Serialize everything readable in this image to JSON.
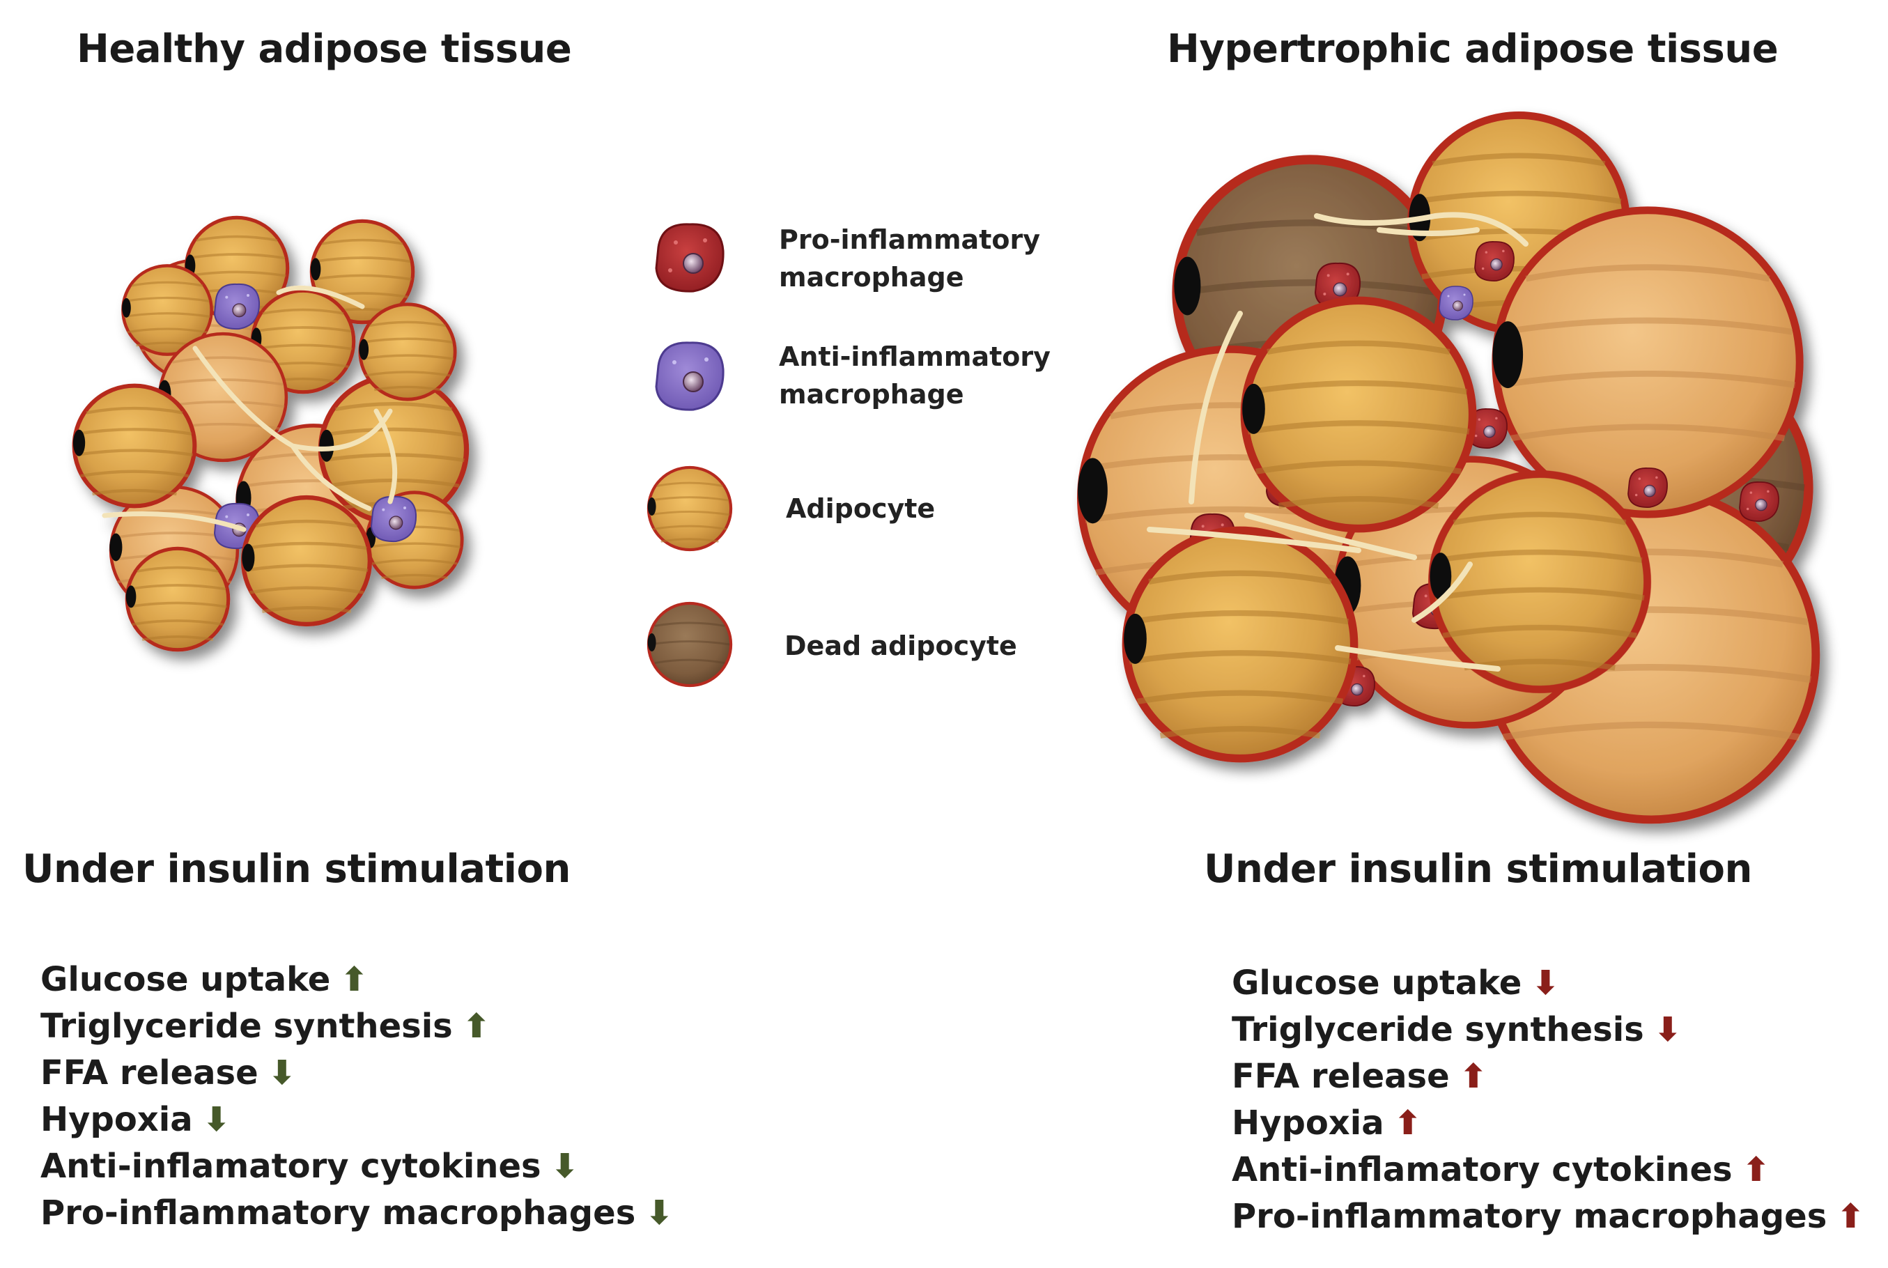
{
  "panels": {
    "healthy_title": "Healthy adipose tissue",
    "hypertrophic_title": "Hypertrophic adipose tissue"
  },
  "legend": [
    {
      "label": "Pro-inflammatory\nmacrophage",
      "icon": "pro-inflammatory-macrophage-icon"
    },
    {
      "label": "Anti-inflammatory\nmacrophage",
      "icon": "anti-inflammatory-macrophage-icon"
    },
    {
      "label": "Adipocyte",
      "icon": "adipocyte-icon"
    },
    {
      "label": "Dead adipocyte",
      "icon": "dead-adipocyte-icon"
    }
  ],
  "healthy_effects": {
    "heading": "Under insulin stimulation",
    "items": [
      {
        "label": "Glucose uptake",
        "direction": "up"
      },
      {
        "label": "Triglyceride synthesis",
        "direction": "up"
      },
      {
        "label": "FFA release",
        "direction": "down"
      },
      {
        "label": "Hypoxia",
        "direction": "down"
      },
      {
        "label": "Anti-inflamatory cytokines",
        "direction": "down"
      },
      {
        "label": "Pro-inflammatory macrophages",
        "direction": "down"
      }
    ]
  },
  "hypertrophic_effects": {
    "heading": "Under insulin stimulation",
    "items": [
      {
        "label": "Glucose uptake",
        "direction": "down"
      },
      {
        "label": "Triglyceride synthesis",
        "direction": "down"
      },
      {
        "label": "FFA release",
        "direction": "up"
      },
      {
        "label": "Hypoxia",
        "direction": "up"
      },
      {
        "label": "Anti-inflamatory cytokines",
        "direction": "up"
      },
      {
        "label": "Pro-inflammatory macrophages",
        "direction": "up"
      }
    ]
  },
  "colors": {
    "adipocyte": "#d9a24a",
    "adipocyte_membrane": "#b62a1f",
    "dead_adipocyte": "#7d5c3e",
    "pro_inflammatory": "#b3262a",
    "anti_inflammatory": "#7b65c4",
    "vessel": "#f3e3b8",
    "arrow_healthy": "#46592a",
    "arrow_hypertrophic": "#8a1f1a"
  }
}
